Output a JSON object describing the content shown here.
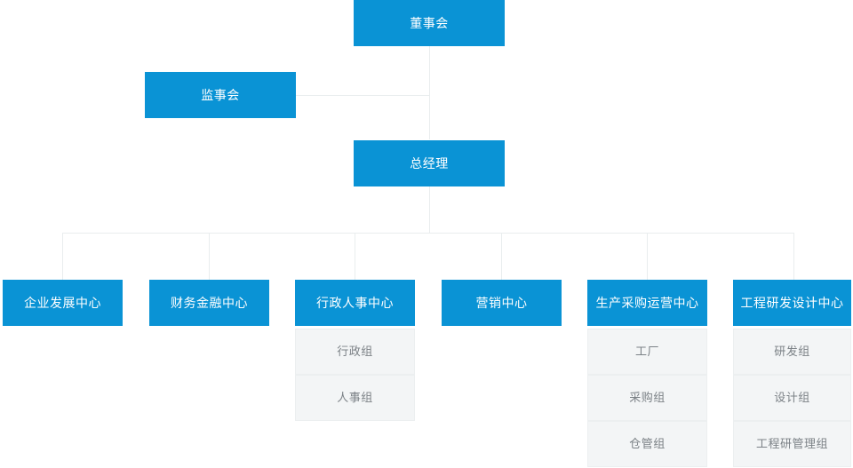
{
  "chart": {
    "title": "",
    "type": "org-chart",
    "colors": {
      "primary_box": "#0a93d5",
      "primary_text": "#ffffff",
      "sub_box": "#f3f5f6",
      "sub_text": "#7b8186",
      "connector": "#e9edee",
      "background": "#ffffff"
    },
    "levels": {
      "board": {
        "label": "董事会"
      },
      "supervisors": {
        "label": "监事会"
      },
      "general_manager": {
        "label": "总经理"
      }
    },
    "departments": [
      {
        "label": "企业发展中心",
        "children": []
      },
      {
        "label": "财务金融中心",
        "children": []
      },
      {
        "label": "行政人事中心",
        "children": [
          "行政组",
          "人事组"
        ]
      },
      {
        "label": "营销中心",
        "children": []
      },
      {
        "label": "生产采购运营中心",
        "children": [
          "工厂",
          "采购组",
          "仓管组"
        ]
      },
      {
        "label": "工程研发设计中心",
        "children": [
          "研发组",
          "设计组",
          "工程研管理组"
        ]
      }
    ]
  }
}
